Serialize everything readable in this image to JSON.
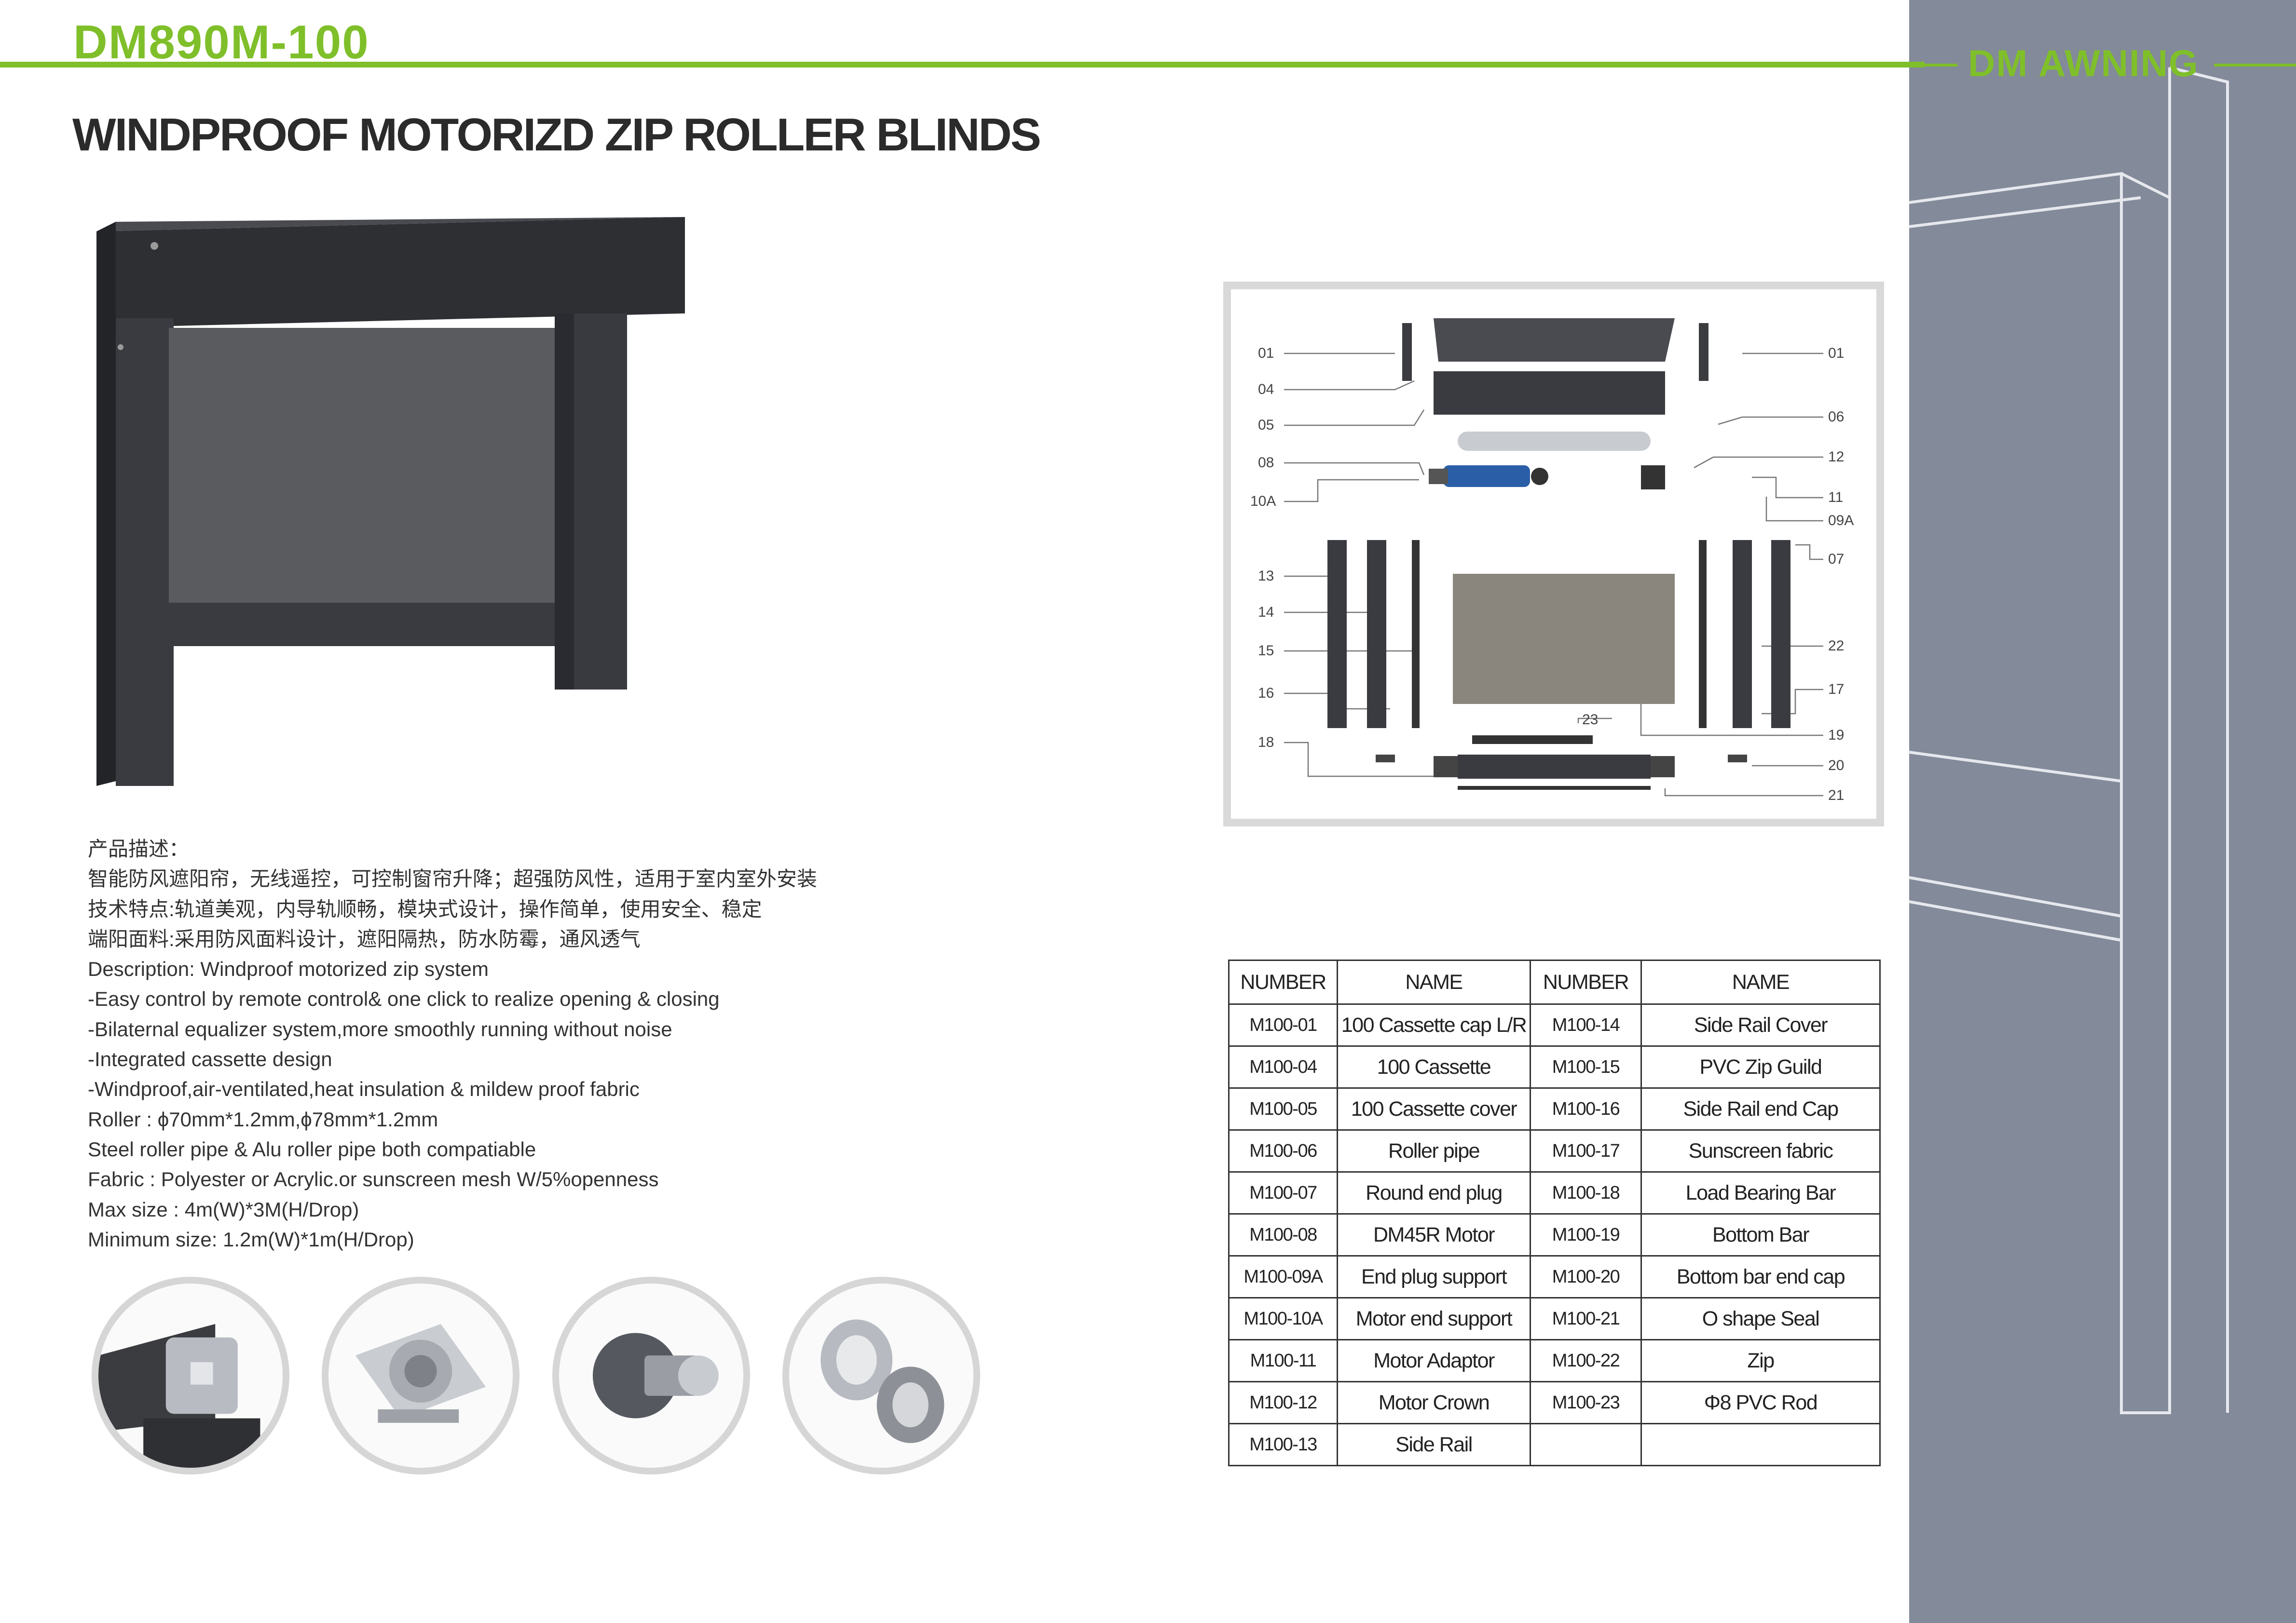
{
  "header": {
    "model_code": "DM890M-100",
    "brand": "DM AWNING",
    "title": "WINDPROOF MOTORIZD ZIP ROLLER BLINDS",
    "accent_color": "#7fbf2a"
  },
  "description": {
    "lines": [
      "产品描述：",
      "智能防风遮阳帘，无线遥控，可控制窗帘升降；超强防风性，适用于室内室外安装",
      "技术特点:轨道美观，内导轨顺畅，模块式设计，操作简单，使用安全、稳定",
      "端阳面料:采用防风面料设计，遮阳隔热，防水防霉，通风透气",
      "Description: Windproof motorized zip system",
      "-Easy control by remote control& one click to realize opening & closing",
      "-Bilaternal equalizer system,more smoothly running without noise",
      "-Integrated cassette design",
      "-Windproof,air-ventilated,heat insulation & mildew proof fabric",
      "Roller : ϕ70mm*1.2mm,ϕ78mm*1.2mm",
      "Steel roller pipe & Alu roller pipe both compatiable",
      "Fabric : Polyester or Acrylic.or sunscreen mesh W/5%openness",
      "Max size : 4m(W)*3M(H/Drop)",
      "Minimum size: 1.2m(W)*1m(H/Drop)"
    ]
  },
  "diagram": {
    "callouts_left": [
      "01",
      "04",
      "05",
      "08",
      "10A",
      "13",
      "14",
      "15",
      "16",
      "18"
    ],
    "callouts_right": [
      "01",
      "06",
      "12",
      "11",
      "09A",
      "07",
      "22",
      "17",
      "19",
      "20",
      "21"
    ],
    "callout_center": "23"
  },
  "parts_table": {
    "headers": [
      "NUMBER",
      "NAME",
      "NUMBER",
      "NAME"
    ],
    "rows": [
      [
        "M100-01",
        "100 Cassette cap L/R",
        "M100-14",
        "Side Rail Cover"
      ],
      [
        "M100-04",
        "100 Cassette",
        "M100-15",
        "PVC Zip Guild"
      ],
      [
        "M100-05",
        "100 Cassette cover",
        "M100-16",
        "Side Rail end Cap"
      ],
      [
        "M100-06",
        "Roller pipe",
        "M100-17",
        "Sunscreen fabric"
      ],
      [
        "M100-07",
        "Round end plug",
        "M100-18",
        "Load Bearing Bar"
      ],
      [
        "M100-08",
        "DM45R Motor",
        "M100-19",
        "Bottom Bar"
      ],
      [
        "M100-09A",
        "End plug support",
        "M100-20",
        "Bottom bar end cap"
      ],
      [
        "M100-10A",
        "Motor end support",
        "M100-21",
        "O shape Seal"
      ],
      [
        "M100-11",
        "Motor Adaptor",
        "M100-22",
        "Zip"
      ],
      [
        "M100-12",
        "Motor Crown",
        "M100-23",
        "Φ8 PVC Rod"
      ],
      [
        "M100-13",
        "Side Rail",
        "",
        ""
      ]
    ]
  }
}
